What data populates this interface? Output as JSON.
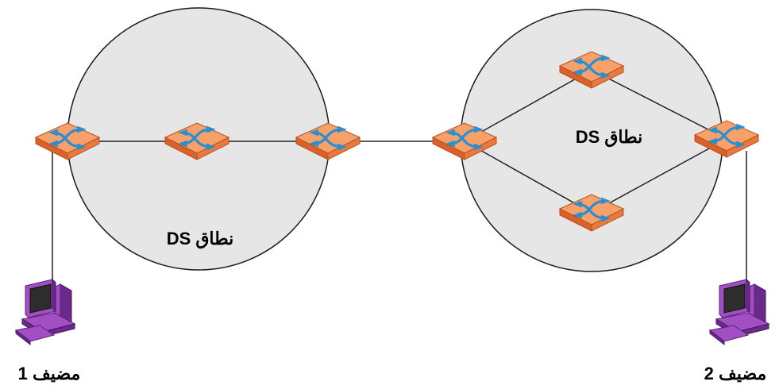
{
  "domains": [
    {
      "label": "نطاق DS"
    },
    {
      "label": "نطاق DS"
    }
  ],
  "hosts": [
    {
      "label": "مضيف 1"
    },
    {
      "label": "مضيف 2"
    }
  ],
  "colors": {
    "domain_fill": "#e6e6e6",
    "domain_stroke": "#1a1a1a",
    "router_top": "#f7a06a",
    "router_side": "#d9622a",
    "router_arrow": "#2a8fd0",
    "host_purple": "#a24fc4",
    "host_dark": "#6a2a8a",
    "host_screen": "#2d2d2d",
    "link": "#222222"
  }
}
